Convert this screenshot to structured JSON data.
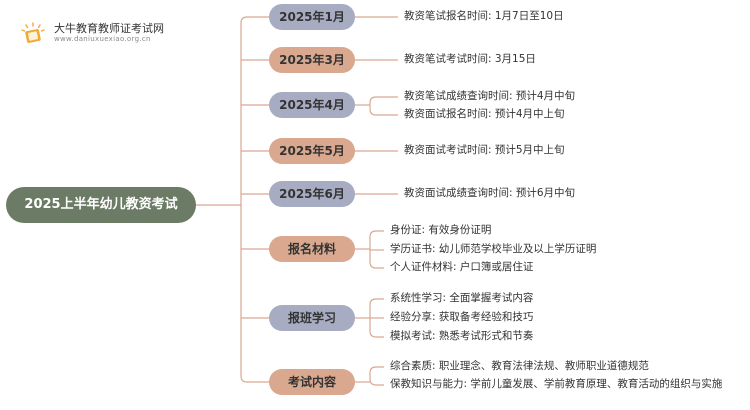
{
  "header": {
    "site_name": "大牛教育教师证考试网",
    "site_url": "www.daniuxuexiao.org.cn"
  },
  "root": {
    "label": "2025上半年幼儿教资考试"
  },
  "branches": [
    {
      "label": "2025年1月",
      "children": [
        "教资笔试报名时间: 1月7日至10日"
      ]
    },
    {
      "label": "2025年3月",
      "children": [
        "教资笔试考试时间: 3月15日"
      ]
    },
    {
      "label": "2025年4月",
      "children": [
        "教资笔试成绩查询时间: 预计4月中旬",
        "教资面试报名时间: 预计4月中上旬"
      ]
    },
    {
      "label": "2025年5月",
      "children": [
        "教资面试考试时间: 预计5月中上旬"
      ]
    },
    {
      "label": "2025年6月",
      "children": [
        "教资面试成绩查询时间: 预计6月中旬"
      ]
    },
    {
      "label": "报名材料",
      "children": [
        "身份证: 有效身份证明",
        "学历证书: 幼儿师范学校毕业及以上学历证明",
        "个人证件材料: 户口簿或居住证"
      ]
    },
    {
      "label": "报班学习",
      "children": [
        "系统性学习: 全面掌握考试内容",
        "经验分享: 获取备考经验和技巧",
        "模拟考试: 熟悉考试形式和节奏"
      ]
    },
    {
      "label": "考试内容",
      "children": [
        "综合素质: 职业理念、教育法律法规、教师职业道德规范",
        "保教知识与能力: 学前儿童发展、学前教育原理、教育活动的组织与实施"
      ]
    }
  ],
  "colors": {
    "root": "#6c7b65",
    "branch_gray": "#a8acc3",
    "branch_tan": "#d9a88f",
    "connector": "#d9a88f",
    "text": "#333333",
    "logo_accent": "#f2a93b"
  }
}
